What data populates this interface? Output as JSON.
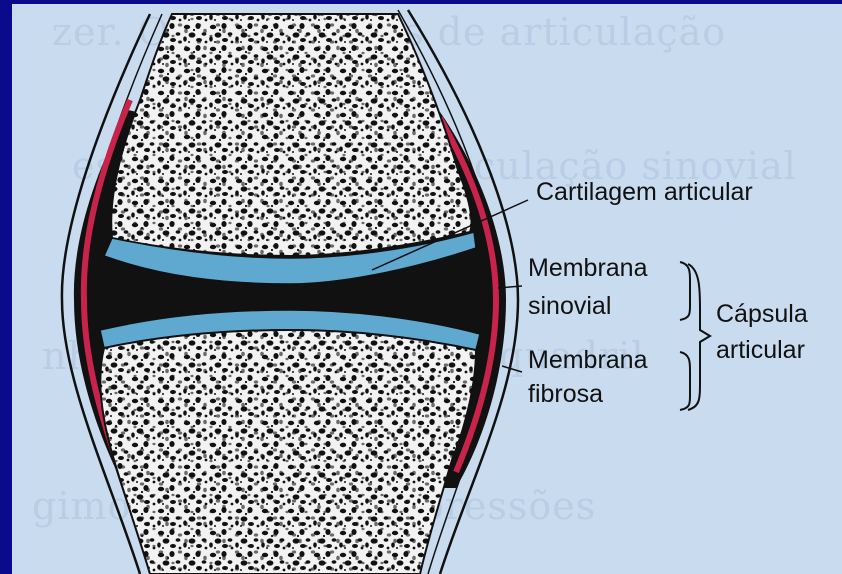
{
  "labels": {
    "cartilagem": "Cartilagem articular",
    "membrana_sinovial_1": "Membrana",
    "membrana_sinovial_2": "sinovial",
    "membrana_fibrosa_1": "Membrana",
    "membrana_fibrosa_2": "fibrosa",
    "capsula_1": "Cápsula",
    "capsula_2": "articular"
  },
  "colors": {
    "frame": "#0a0a8c",
    "background": "#c9dbef",
    "cartilage": "#5fa8cf",
    "synovial": "#c8234a",
    "bone_fill": "#f2f2f2",
    "dark": "#111111"
  }
}
